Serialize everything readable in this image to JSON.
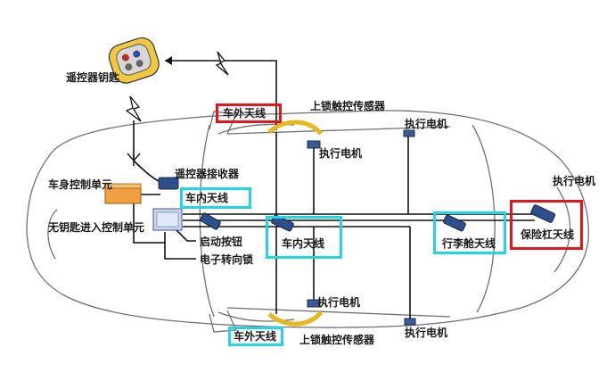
{
  "labels": {
    "key_fob": "遥控器钥匙",
    "outer_antenna_top": "车外天线",
    "lock_sensor_top": "上锁触控传感器",
    "actuator_mid_top": "执行电机",
    "actuator_top_right": "执行电机",
    "actuator_right": "执行电机",
    "bcm": "车身控制单元",
    "receiver": "遥控器接收器",
    "inner_antenna_1": "车内天线",
    "keyless_ecu": "无钥匙进入控制单元",
    "start_button": "启动按钮",
    "steering_lock": "电子转向锁",
    "inner_antenna_2": "车内天线",
    "trunk_antenna": "行李舱天线",
    "bumper_antenna": "保险杠天线",
    "actuator_mid_bottom": "执行电机",
    "outer_antenna_bottom": "车外天线",
    "lock_sensor_bottom": "上锁触控传感器",
    "actuator_bottom_right": "执行电机"
  },
  "colors": {
    "red_box": "#e0181e",
    "cyan_box": "#23d3e6",
    "wire": "#111111",
    "car_outline": "#6e6e6e",
    "ecu_orange": "#f0a040",
    "module_blue": "#2f4f8a"
  }
}
